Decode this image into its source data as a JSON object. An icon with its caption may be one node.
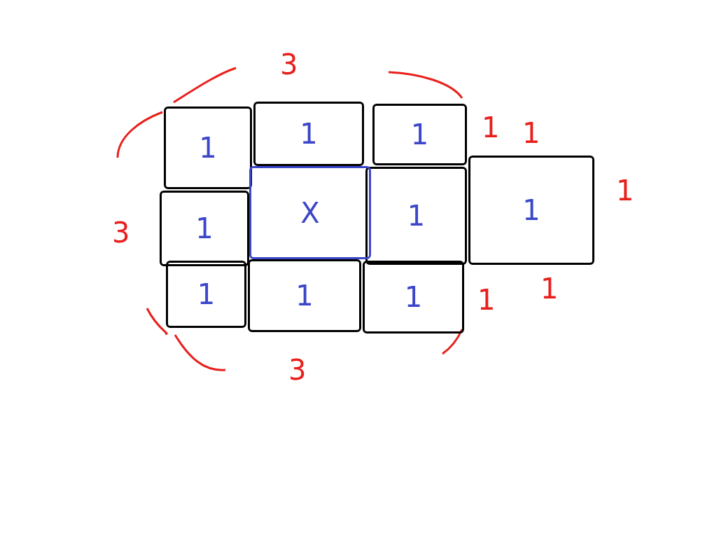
{
  "diagram": {
    "nodes": [
      {
        "text": [
          "1"
        ]
      },
      {
        "text": [
          "1"
        ]
      },
      {
        "text": [
          "1"
        ]
      },
      {
        "text": [
          "1"
        ]
      },
      {
        "text": [
          "X"
        ]
      },
      {
        "text": [
          "1"
        ]
      },
      {
        "text": [
          "1"
        ]
      },
      {
        "text": [
          "1"
        ]
      },
      {
        "text": [
          "1"
        ]
      },
      {
        "text": [
          "1"
        ]
      }
    ],
    "labels": [
      "3",
      "1",
      "1",
      "1",
      "3",
      "1",
      "1",
      "3"
    ]
  }
}
